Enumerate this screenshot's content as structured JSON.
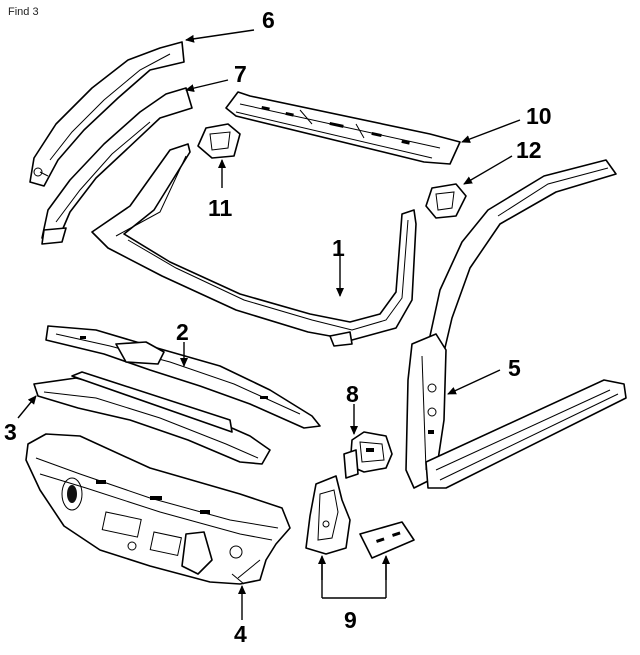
{
  "header": {
    "find_label": "Find 3"
  },
  "callouts": {
    "c1": "1",
    "c2": "2",
    "c3": "3",
    "c4": "4",
    "c5": "5",
    "c6": "6",
    "c7": "7",
    "c8": "8",
    "c9": "9",
    "c10": "10",
    "c11": "11",
    "c12": "12"
  }
}
